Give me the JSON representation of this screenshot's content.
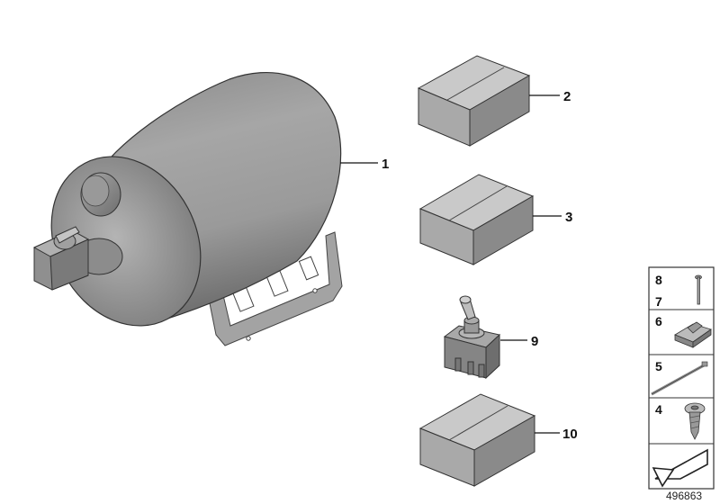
{
  "diagram": {
    "parts": [
      {
        "id": "1",
        "name": "tank-cylinder"
      },
      {
        "id": "2",
        "name": "box-part"
      },
      {
        "id": "3",
        "name": "box-part"
      },
      {
        "id": "9",
        "name": "toggle-switch"
      },
      {
        "id": "10",
        "name": "box-part"
      }
    ],
    "callouts": {
      "c1": "1",
      "c2": "2",
      "c3": "3",
      "c9": "9",
      "c10": "10"
    },
    "legend": {
      "r1a": "8",
      "r1b": "7",
      "r2": "6",
      "r3": "5",
      "r4": "4"
    },
    "diagram_id": "496863",
    "colors": {
      "part_gray": "#9a9a9a",
      "box_top": "#c9c9c9",
      "box_front": "#a9a9a9",
      "box_side": "#8a8a8a",
      "outline": "#333333"
    }
  }
}
